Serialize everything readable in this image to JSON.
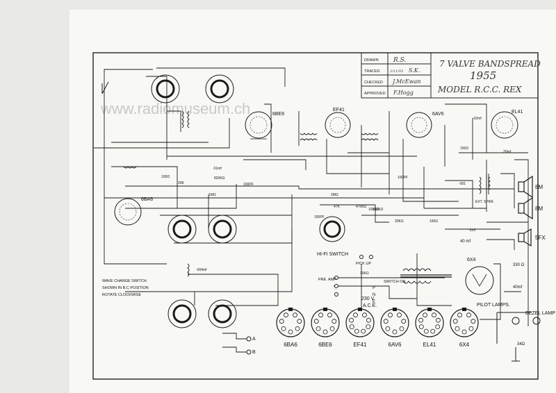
{
  "watermark": "www.radiomuseum.ch",
  "title_block": {
    "drawn_label": "DRAWN",
    "traced_label": "TRACED",
    "checked_label": "CHECKED",
    "approved_label": "APPROVED",
    "drawn_sig": "R.S.",
    "traced_sig": "S.K.",
    "traced_date": "2/11/55",
    "checked_sig": "J.McEwan",
    "approved_sig": "F.Hogg",
    "title_line": "7 VALVE  BANDSPREAD",
    "year": "1955",
    "model": "MODEL  R.C.C.  REX"
  },
  "valves": {
    "v1": "6BA6",
    "v2": "6BE6",
    "v3": "EF41",
    "v4": "6AV6",
    "v5": "EL41",
    "v6": "6X4"
  },
  "base_labels": [
    "6BA6",
    "6BE6",
    "EF41",
    "6AV6",
    "EL41",
    "6X4"
  ],
  "labels": {
    "hifi_switch": "HI-FI SWITCH",
    "pick_up": "PICK UP",
    "pre_amp": "PRE. AMP",
    "switch_on": "SWITCH ON",
    "mains_p": "P",
    "mains_n": "N",
    "mains_e": "E",
    "mains_voltage": "230 V.",
    "mains_ace": "A.C.E.",
    "pilot_lamps": "PILOT LAMPS.",
    "bezel_lamp": "BEZEL LAMP",
    "bezel_lamp_2": "LAMP",
    "speaker_8m_1": "8M",
    "speaker_8m_2": "8M",
    "speaker_5fx": "5FX",
    "ext_spkr": "EXT. SPKR.",
    "ant_a": "A",
    "ant_b": "B",
    "note_1": "WAVE CHANGE SWITCH",
    "note_2": "SHOWN IN B.C POSITION",
    "note_3": "ROTATE CLOCKWISE",
    "r_330": "330 Ω",
    "c_40mf_1": "40 mf",
    "c_40mf_2": "40mf",
    "r_34": "34Ω",
    "r_47k": "47K",
    "r_470k": "470KΩ",
    "r_100k_1": "100KΩ",
    "r_100k_2": "100KΩ",
    "r_20k": "20KΩ",
    "r_150": "150Ω",
    "r_1m": "1MΩ",
    "r_2m": "2MΩ",
    "r_10k": "10KΩ",
    "c_100pf_1": "100PF",
    "c_100pf_2": "100PF",
    "c_150pf": "150PF",
    "c_20mf": "20mf",
    "c_01mf": "·01mf",
    "c_02mf": "·02mf",
    "c_004mf": "·004mf",
    "c_001": "·001",
    "r_150b": "150Ω",
    "c_1mf": "·1mf",
    "r_820k": "820KΩ",
    "r_20k_b": "20K",
    "r_100_b": "100Ω"
  },
  "colors": {
    "paper": "#f8f8f4",
    "ink": "#1a1a1a",
    "background": "#e9e9e6",
    "watermark": "#c9c9c9"
  }
}
